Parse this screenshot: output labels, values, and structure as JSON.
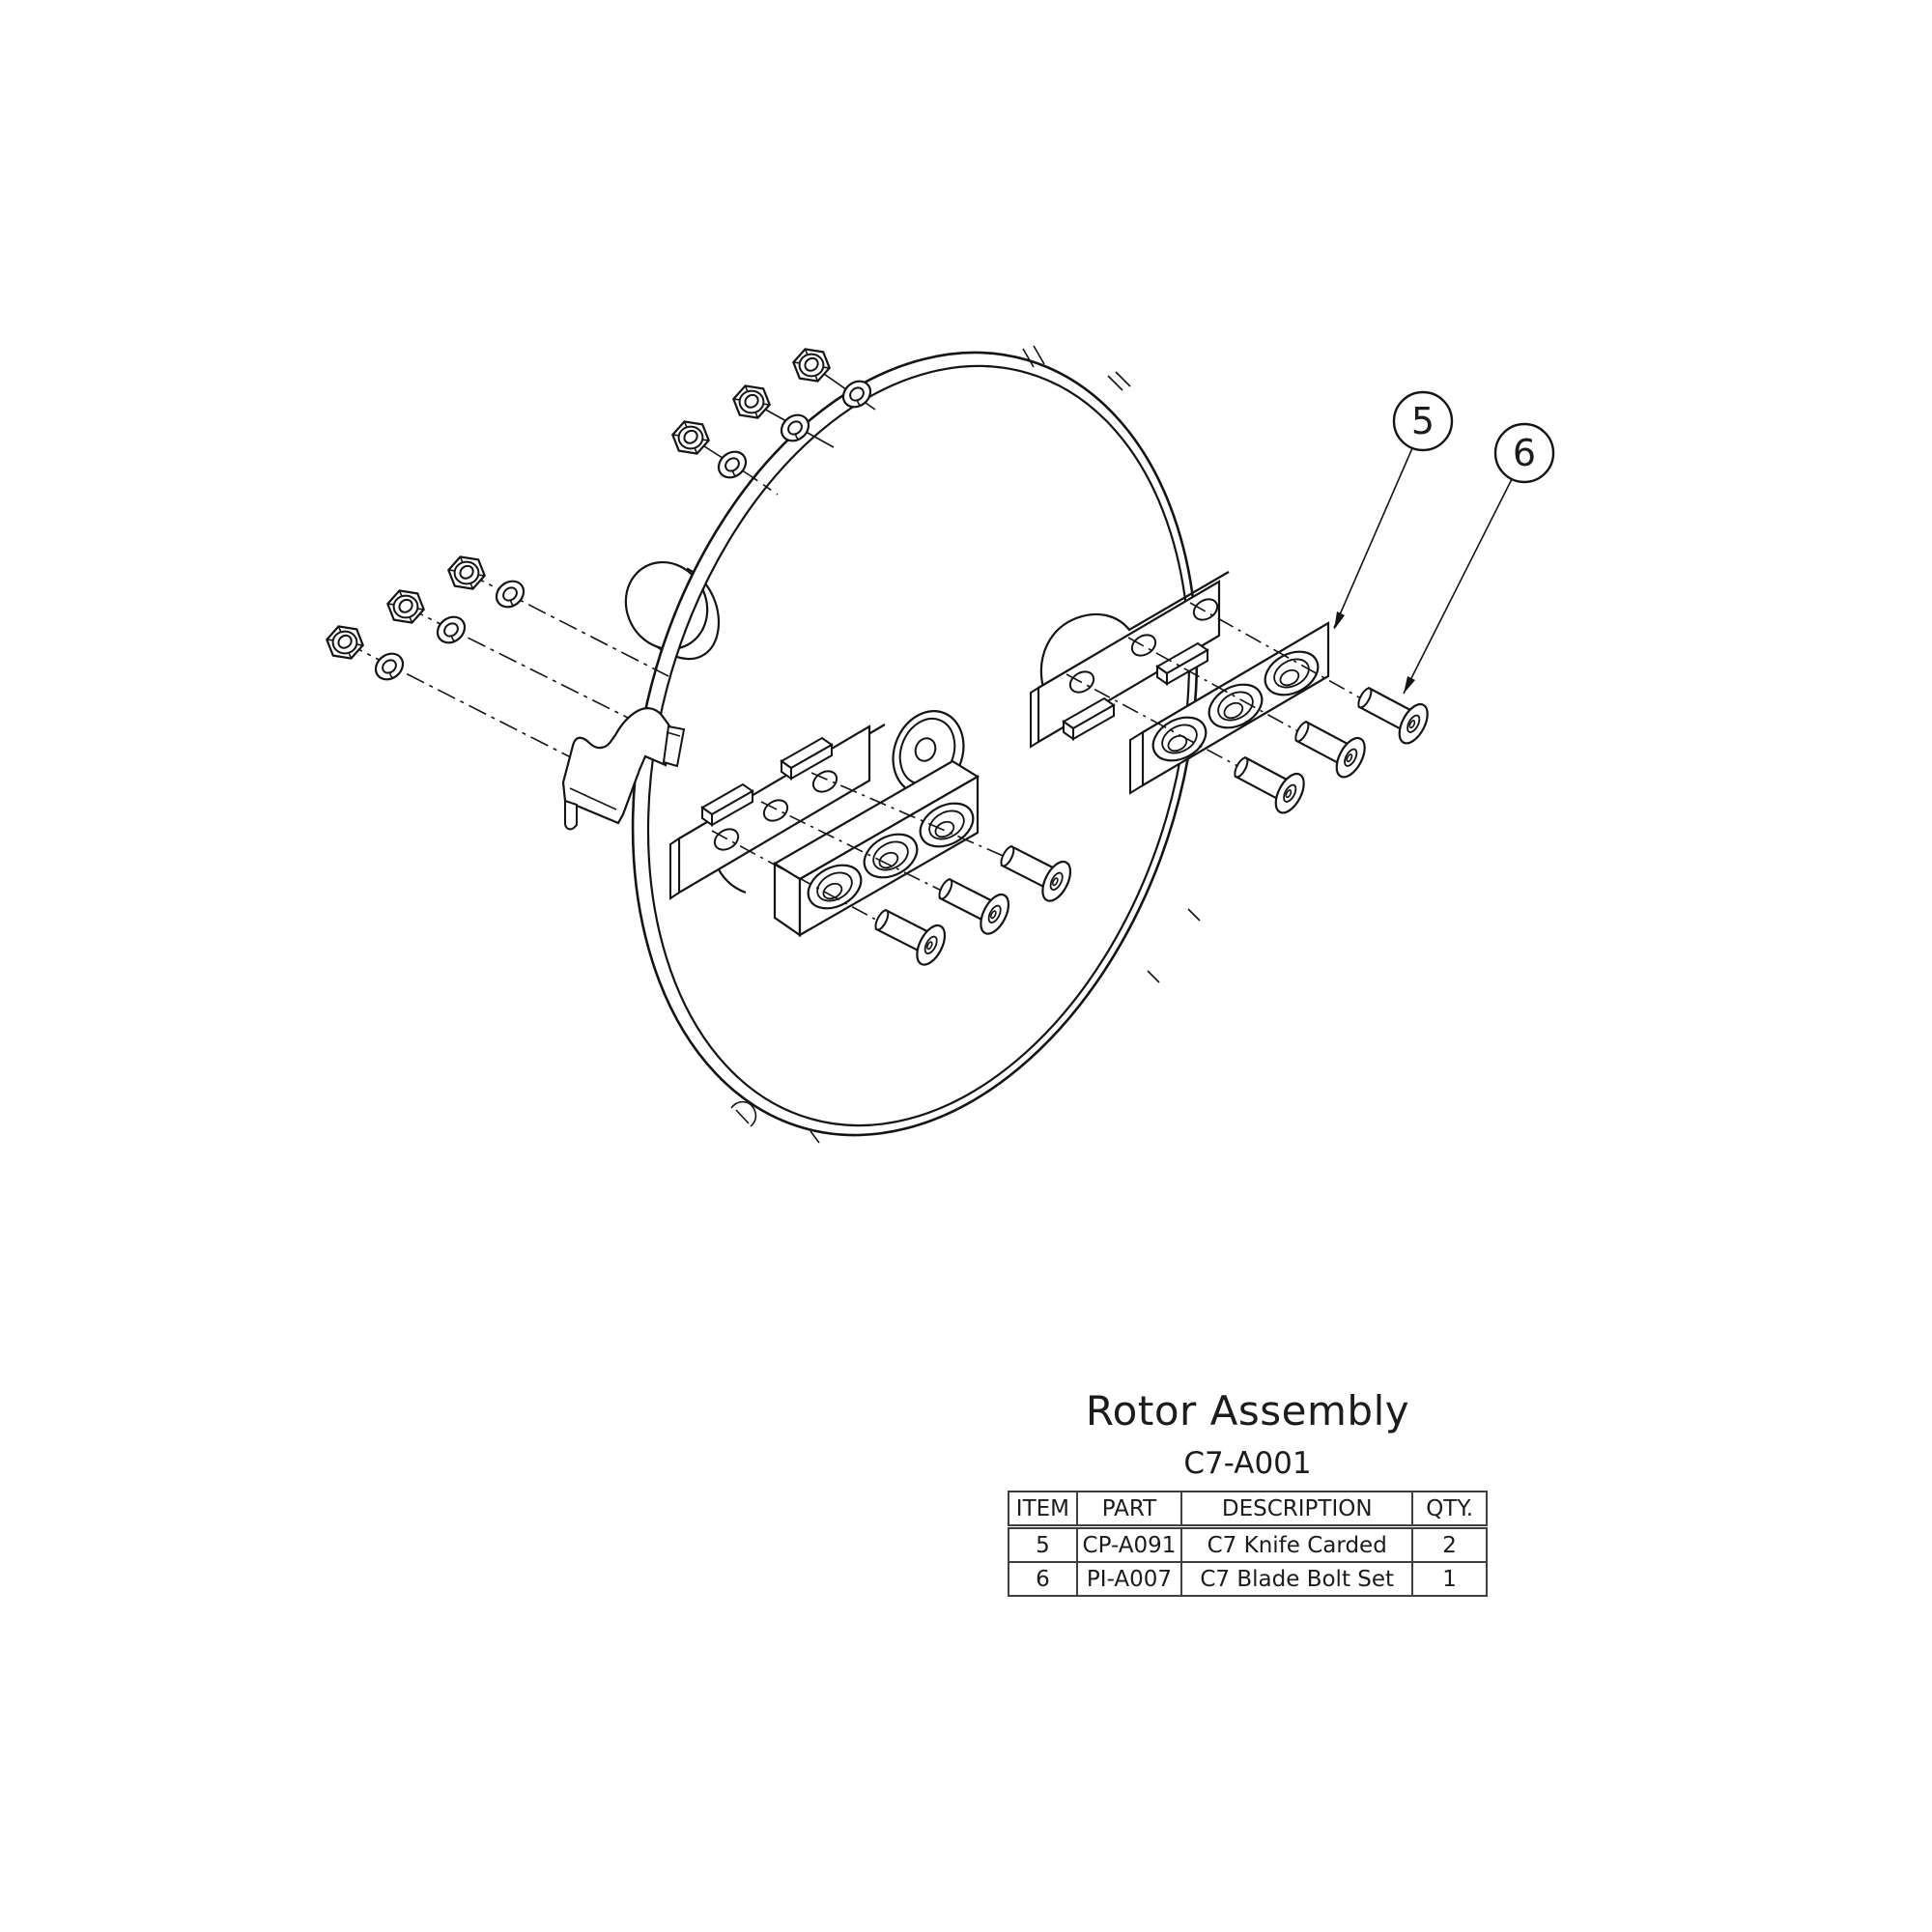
{
  "drawing": {
    "title": "Rotor Assembly",
    "subtitle": "C7-A001",
    "balloons": [
      {
        "label": "5",
        "points_to": "knife-plate"
      },
      {
        "label": "6",
        "points_to": "blade-bolt"
      }
    ]
  },
  "parts_table": {
    "headers": [
      "ITEM",
      "PART",
      "DESCRIPTION",
      "QTY."
    ],
    "rows": [
      [
        "5",
        "CP-A091",
        "C7 Knife Carded",
        "2"
      ],
      [
        "6",
        "PI-A007",
        "C7 Blade Bolt Set",
        "1"
      ]
    ]
  },
  "colors": {
    "background": "#ffffff",
    "line": "#141414",
    "text": "#1c1c1e",
    "table_border": "#3f3f3f"
  }
}
